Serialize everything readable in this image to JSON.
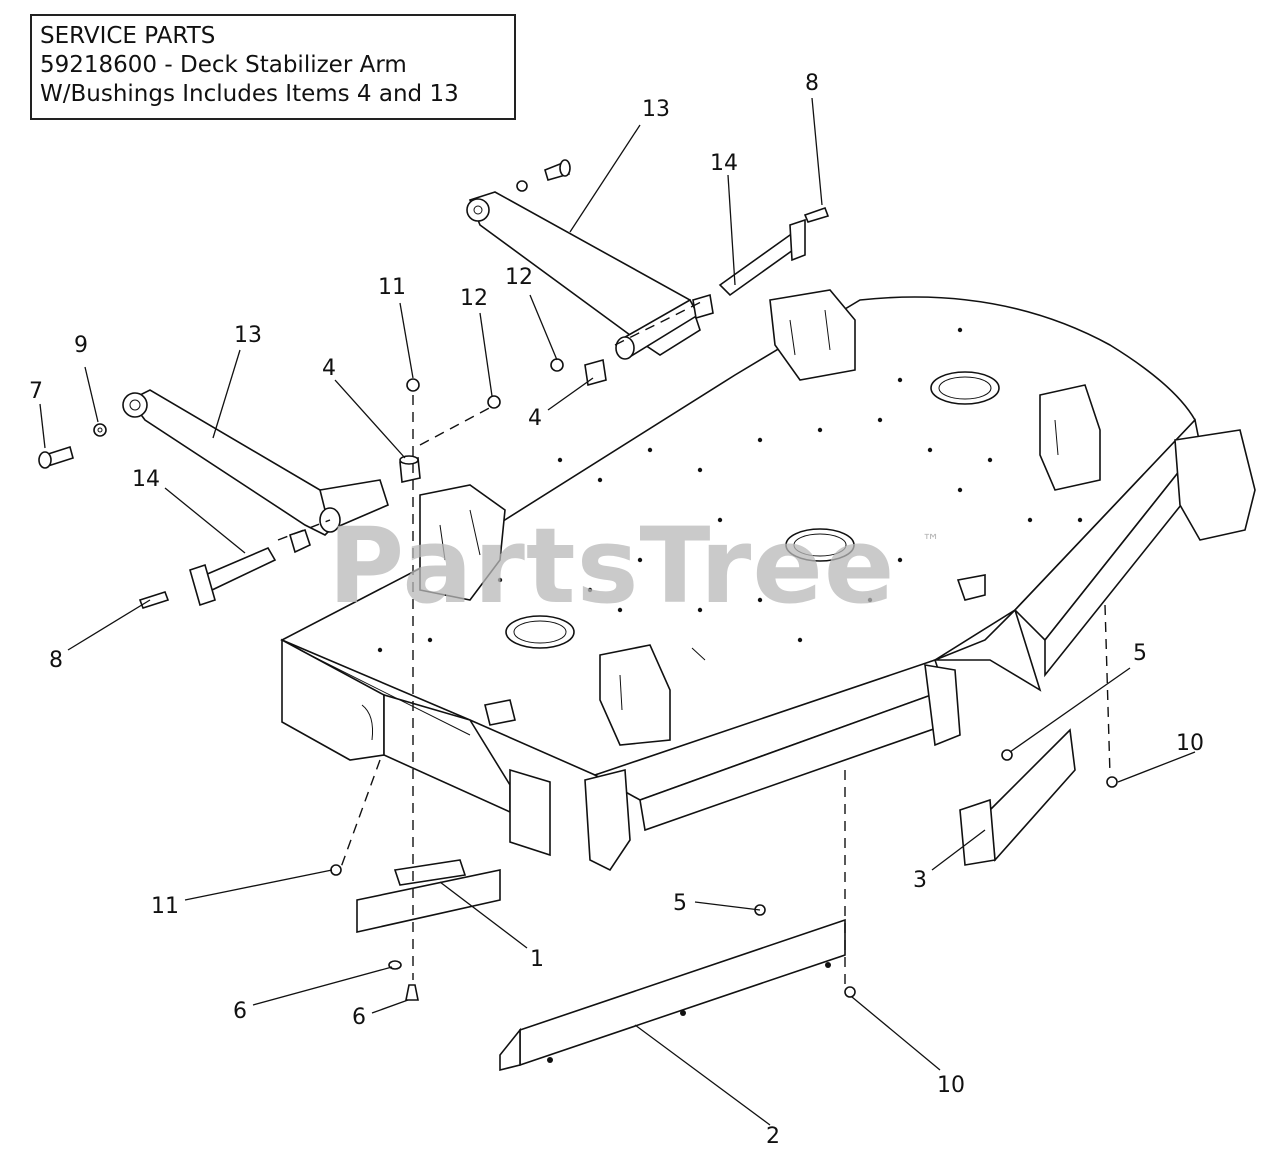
{
  "service_box": {
    "line1": "SERVICE PARTS",
    "line2": "59218600 - Deck Stabilizer Arm",
    "line3": "W/Bushings Includes Items 4 and 13"
  },
  "watermark": {
    "brand": "PartsTree",
    "mark": "™"
  },
  "callouts": [
    "8",
    "13",
    "14",
    "12",
    "11",
    "12",
    "4",
    "9",
    "13",
    "4",
    "7",
    "14",
    "8",
    "5",
    "10",
    "3",
    "11",
    "1",
    "5",
    "6",
    "6",
    "10",
    "2"
  ]
}
